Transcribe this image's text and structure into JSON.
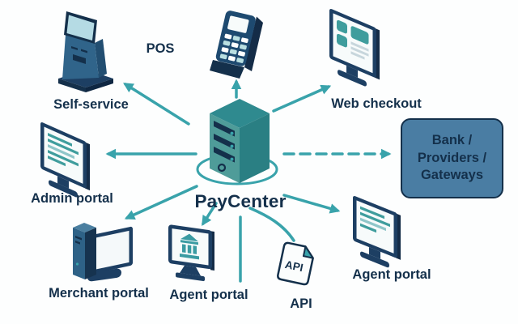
{
  "diagram": {
    "center": {
      "label": "PayCenter",
      "icon": "server-icon"
    },
    "nodes": {
      "self_service": {
        "label": "Self-service",
        "icon": "kiosk-icon"
      },
      "pos": {
        "label": "POS",
        "icon": "pos-terminal-icon"
      },
      "web_checkout": {
        "label": "Web checkout",
        "icon": "monitor-webpage-icon"
      },
      "bank": {
        "lines": [
          "Bank /",
          "Providers /",
          "Gateways"
        ],
        "icon": "rounded-box"
      },
      "admin_portal": {
        "label": "Admin portal",
        "icon": "monitor-text-icon"
      },
      "merchant_portal": {
        "label": "Merchant portal",
        "icon": "desktop-computer-icon"
      },
      "agent_portal_bottom": {
        "label": "Agent portal",
        "icon": "monitor-bank-icon"
      },
      "api": {
        "label": "API",
        "icon_text": "API",
        "icon": "file-api-icon"
      },
      "agent_portal_right": {
        "label": "Agent portal",
        "icon": "monitor-text-icon"
      }
    },
    "connections": [
      "center to self_service",
      "center to pos",
      "center to web_checkout",
      "center to bank (dashed)",
      "center to admin_portal",
      "center to merchant_portal",
      "center to agent_portal_bottom",
      "center to api",
      "center to agent_portal_right"
    ],
    "colors": {
      "accent_teal": "#39a3ab",
      "navy_text": "#14304b",
      "frame_navy": "#1d3f63",
      "bank_fill": "#4a7da3",
      "server_teal_light": "#4f9c99",
      "server_teal_dark": "#2a7f83",
      "kiosk_blue": "#30648a",
      "screen_white": "#f7fbfb"
    }
  }
}
